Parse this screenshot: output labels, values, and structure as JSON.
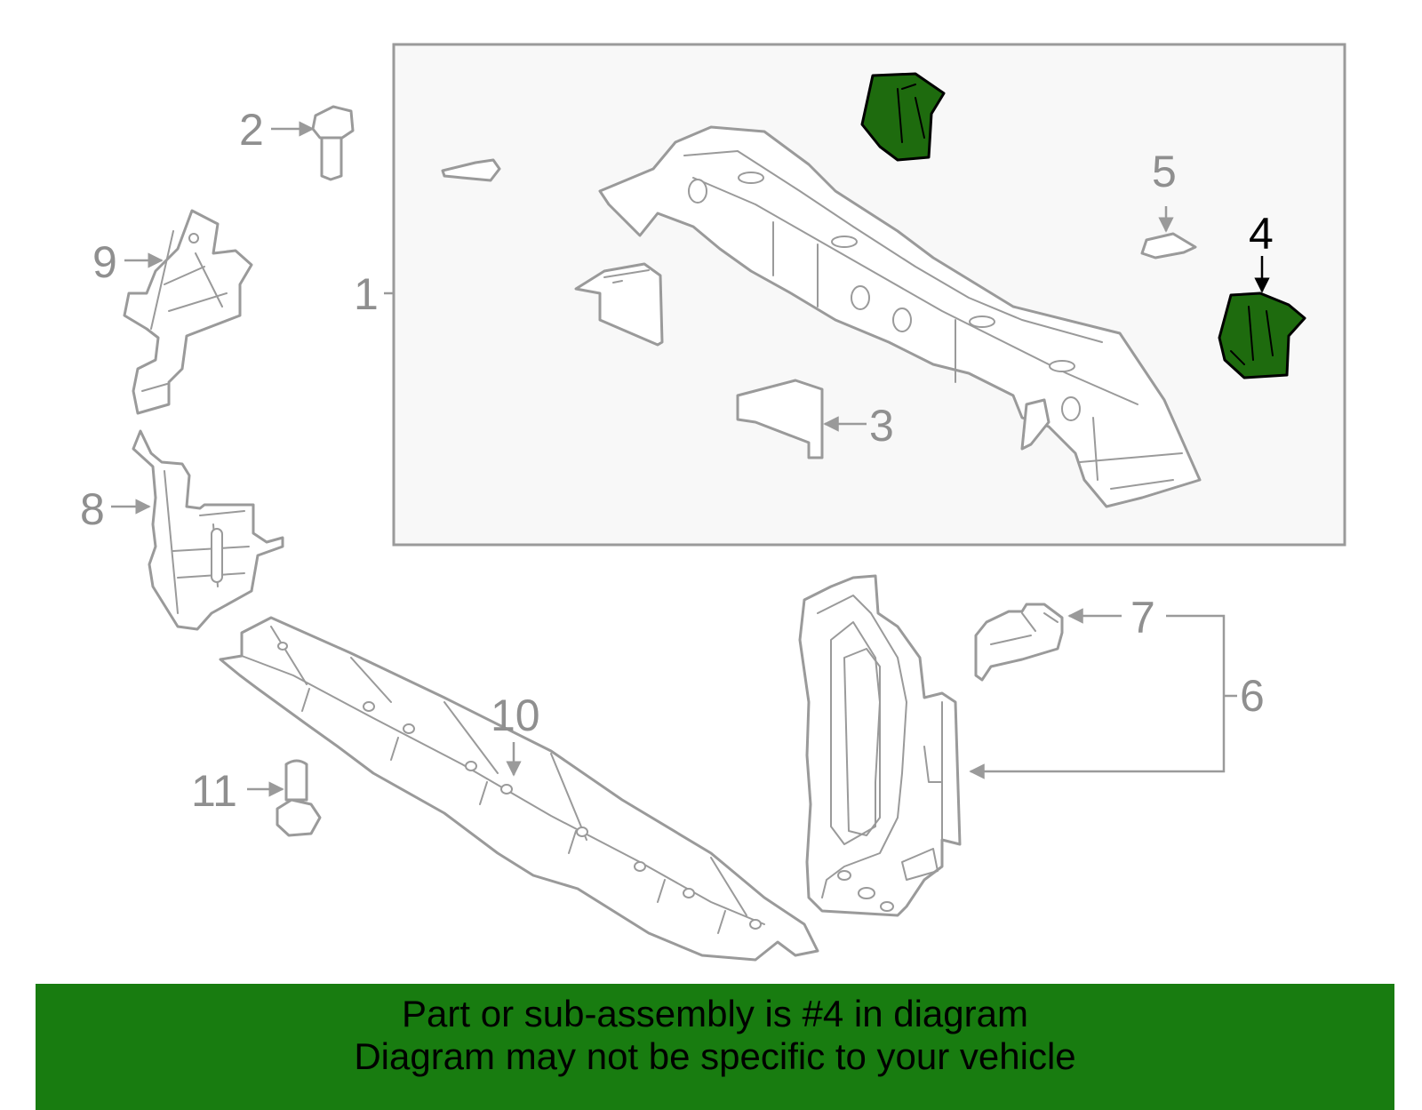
{
  "callouts": {
    "c1": "1",
    "c2": "2",
    "c3": "3",
    "c4": "4",
    "c5": "5",
    "c6": "6",
    "c7": "7",
    "c8": "8",
    "c9": "9",
    "c10": "10",
    "c11": "11"
  },
  "highlight": {
    "part": "4",
    "color": "#1e6b0e"
  },
  "banner": {
    "color": "#187c10",
    "line1": "Part or sub-assembly is #4 in diagram",
    "line2": "Diagram may not be specific to your vehicle"
  }
}
